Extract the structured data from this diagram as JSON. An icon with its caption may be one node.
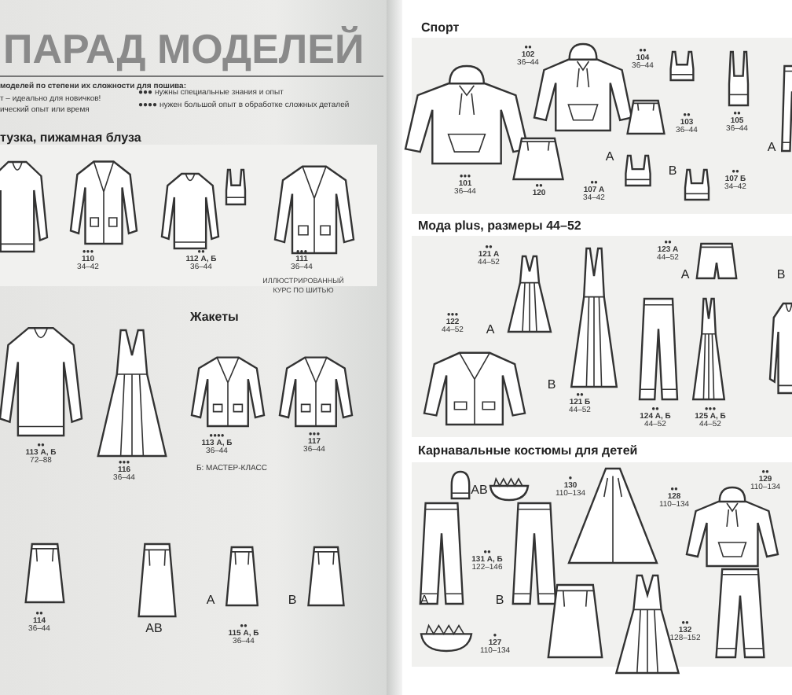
{
  "diagram": {
    "title": "ПАРАД МОДЕЛЕЙ",
    "labels": [
      "моделей по степени их сложности для пошива:",
      "т – идеально для новичков!",
      "ический опыт или время",
      "●●● нужны специальные знания и опыт",
      "●●●● нужен большой опыт в обработке сложных деталей",
      "тузка, пижамная блуза",
      "●●●",
      "110",
      "34–42",
      "●●",
      "112 А, Б",
      "36–44",
      "●●●",
      "111",
      "36–44",
      "ИЛЛЮСТРИРОВАННЫЙ КУРС ПО ШИТЬЮ",
      "Жакеты",
      "●●",
      "113 А, Б",
      "72–88",
      "●●●",
      "116",
      "36–44",
      "●●●●",
      "113 А, Б",
      "36–44",
      "●●●",
      "117",
      "36–44",
      "Б: МАСТЕР-КЛАСС",
      "●●",
      "114",
      "36–44",
      "AB",
      "A",
      "B",
      "●●",
      "115 А, Б",
      "36–44",
      "Спорт",
      "●●",
      "102",
      "36–44",
      "●●",
      "104",
      "36–44",
      "●●●",
      "101",
      "36–44",
      "●●",
      "120",
      "A",
      "●●",
      "107 А",
      "34–42",
      "●●",
      "103",
      "36–44",
      "B",
      "●●",
      "107 Б",
      "34–42",
      "●●",
      "105",
      "36–44",
      "A",
      "Мода plus, размеры 44–52",
      "●●",
      "121 А",
      "44–52",
      "●●●",
      "122",
      "44–52",
      "A",
      "B",
      "●●",
      "121 Б",
      "44–52",
      "●●",
      "123 А",
      "44–52",
      "A",
      "B",
      "●●",
      "124 А, Б",
      "44–52",
      "●●●",
      "125 А, Б",
      "44–52",
      "Карнавальные костюмы для детей",
      "AB",
      "●",
      "130",
      "110–134",
      "●●",
      "129",
      "110–134",
      "●●",
      "128",
      "110–134",
      "●●",
      "131 А, Б",
      "122–146",
      "A",
      "B",
      "●",
      "127",
      "110–134",
      "●●",
      "132",
      "128–152"
    ]
  }
}
